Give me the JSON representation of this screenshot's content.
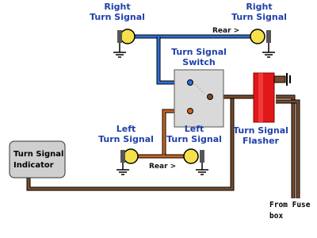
{
  "labels": {
    "right_signal_left": [
      "Right",
      "Turn Signal"
    ],
    "right_signal_right": [
      "Right",
      "Turn Signal"
    ],
    "switch": [
      "Turn Signal",
      "Switch"
    ],
    "left_signal_left": [
      "Left",
      "Turn Signal"
    ],
    "left_signal_right": [
      "Left",
      "Turn Signal"
    ],
    "flasher": [
      "Turn Signal",
      "Flasher"
    ],
    "indicator": [
      "Turn Signal",
      "Indicator"
    ],
    "rear_top": "Rear >",
    "rear_bottom": "Rear >",
    "fuse": [
      "From Fuse",
      "box"
    ]
  },
  "colors": {
    "label_blue": "#1f3fa8",
    "blue_wire": "#2f6fd6",
    "orange_wire": "#c8641e",
    "brown_wire": "#7a4a2a",
    "flasher_red": "#e01818",
    "lamp_yellow": "#f6e14a",
    "switch_gray": "#d9d9d9",
    "indicator_gray": "#cfcfcf"
  }
}
